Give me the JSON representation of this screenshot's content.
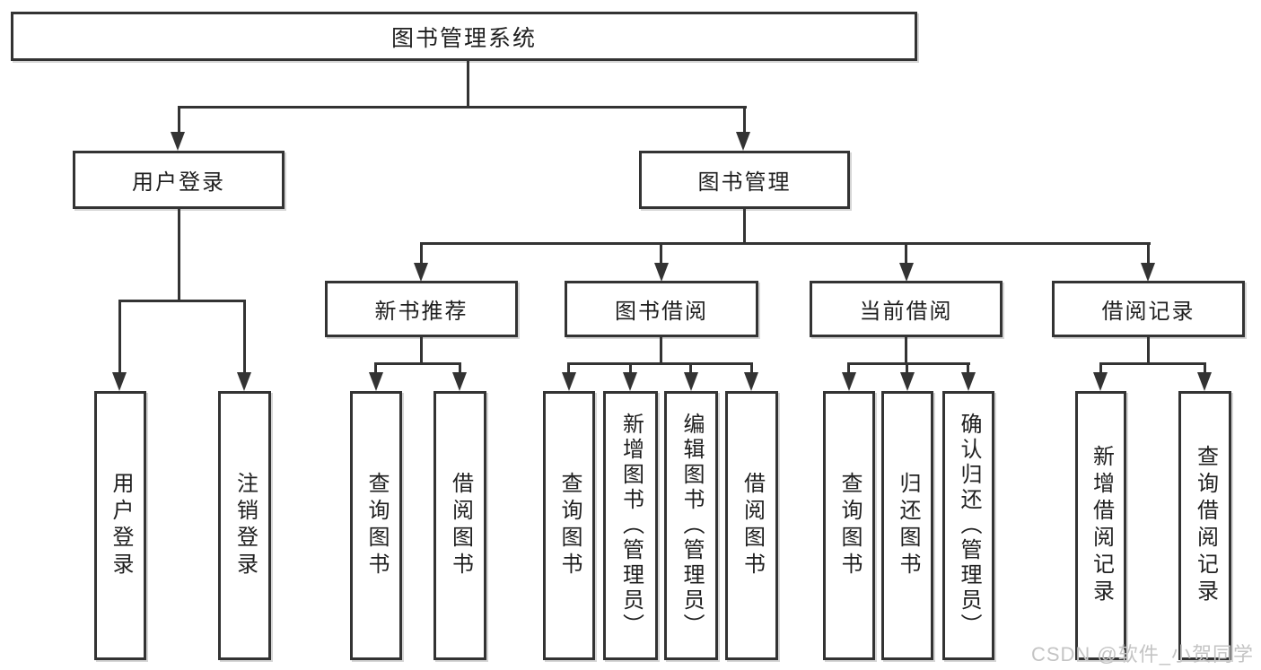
{
  "diagram": {
    "type": "hierarchy-tree",
    "root": {
      "label": "图书管理系统",
      "children": [
        {
          "label": "用户登录",
          "children": [
            {
              "label": "用户登录"
            },
            {
              "label": "注销登录"
            }
          ]
        },
        {
          "label": "图书管理",
          "children": [
            {
              "label": "新书推荐",
              "children": [
                {
                  "label": "查询图书"
                },
                {
                  "label": "借阅图书"
                }
              ]
            },
            {
              "label": "图书借阅",
              "children": [
                {
                  "label": "查询图书"
                },
                {
                  "label": "新增图书（管理员）"
                },
                {
                  "label": "编辑图书（管理员）"
                },
                {
                  "label": "借阅图书"
                }
              ]
            },
            {
              "label": "当前借阅",
              "children": [
                {
                  "label": "查询图书"
                },
                {
                  "label": "归还图书"
                },
                {
                  "label": "确认归还（管理员）"
                }
              ]
            },
            {
              "label": "借阅记录",
              "children": [
                {
                  "label": "新增借阅记录"
                },
                {
                  "label": "查询借阅记录"
                }
              ]
            }
          ]
        }
      ]
    }
  },
  "watermark": {
    "text": "CSDN @软件_小贺同学"
  },
  "colors": {
    "line": "#333333",
    "border": "#333333",
    "text": "#1f1f1f",
    "background": "#ffffff",
    "watermark": "#c4c4c4"
  }
}
